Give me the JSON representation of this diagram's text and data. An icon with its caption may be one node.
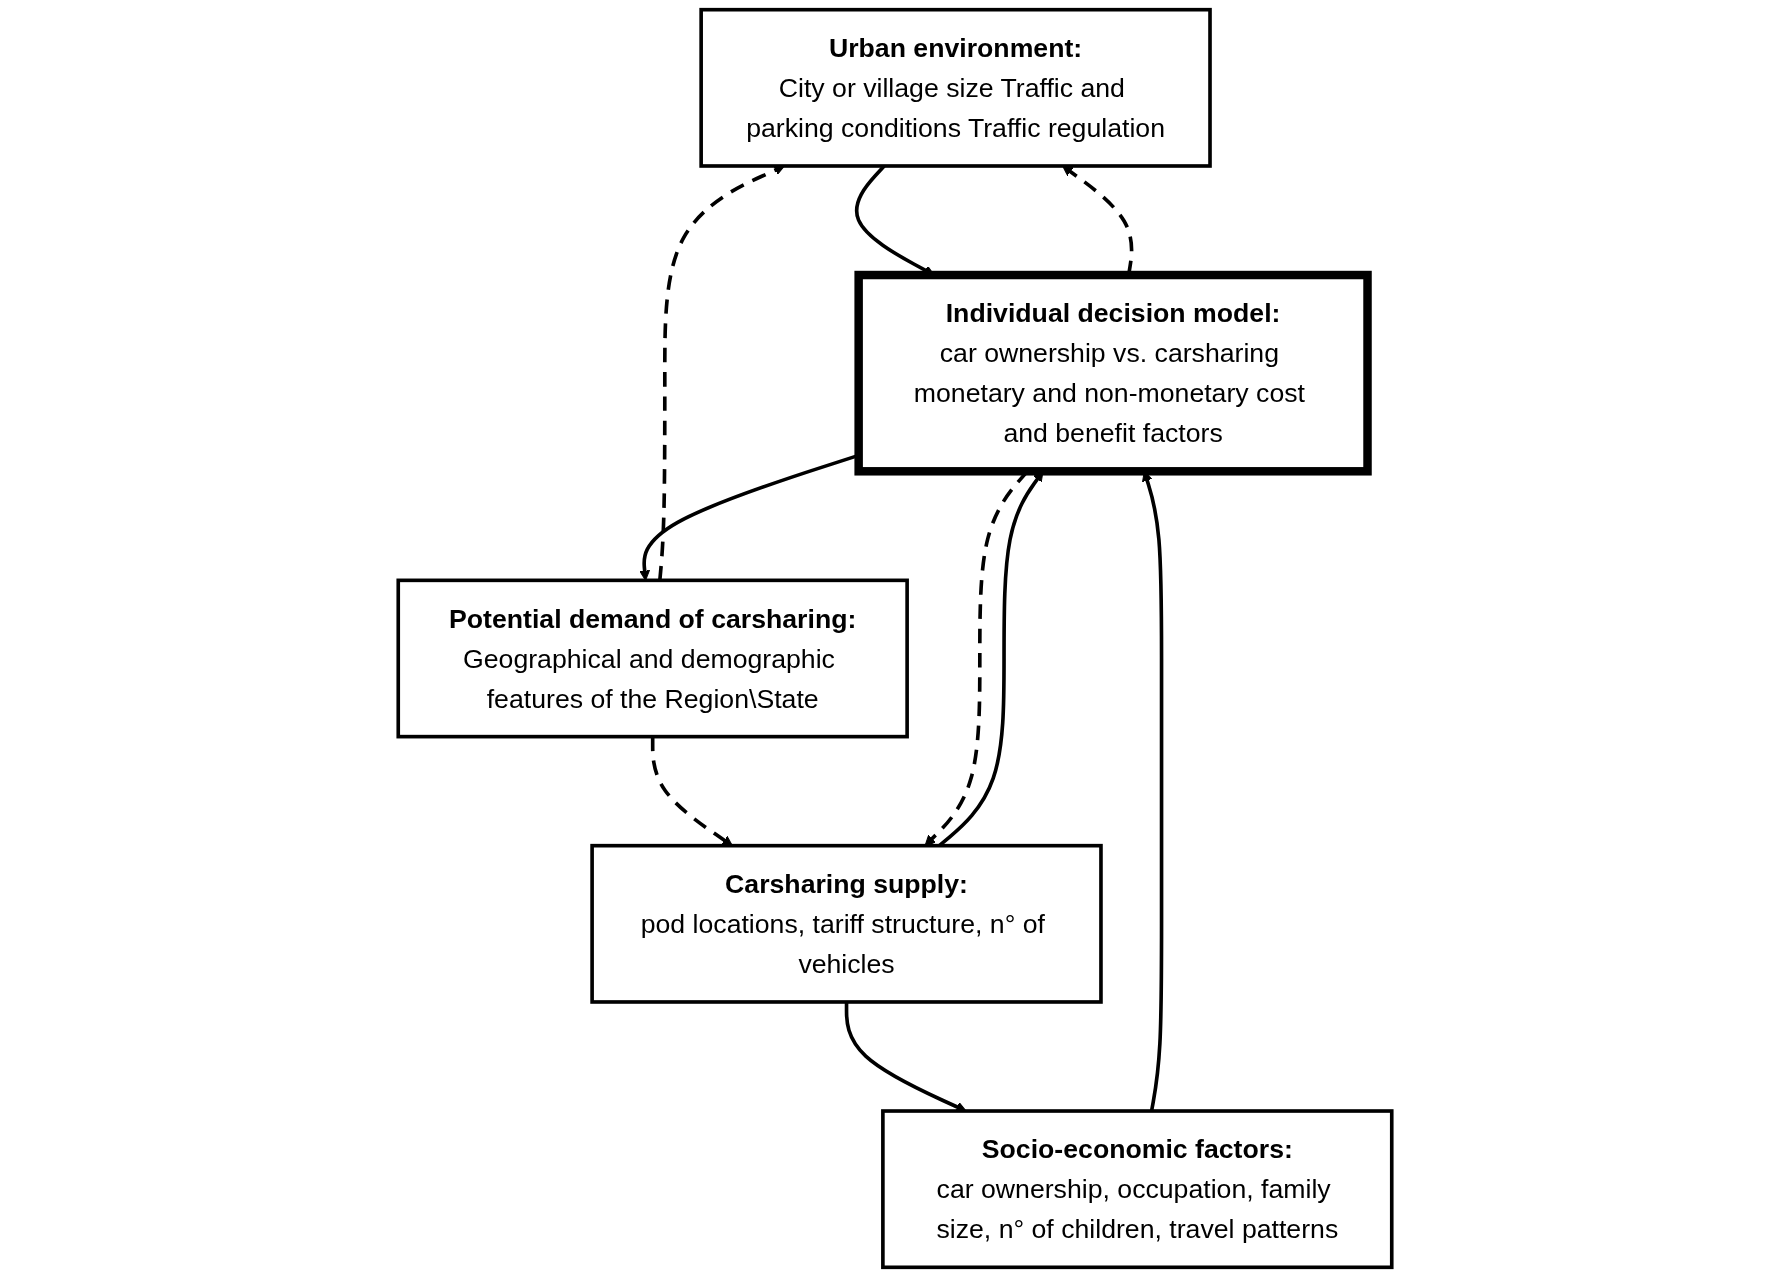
{
  "diagram": {
    "nodes": [
      {
        "text": [
          "Urban environment:",
          "City or village size Traffic and parking conditions Traffic regulation"
        ]
      },
      {
        "text": [
          "Socio-economic factors:",
          "car ownership, occupation, family size, n° of children, travel patterns"
        ]
      },
      {
        "text": [
          "Carsharing supply:",
          "pod locations, tariff structure, n° of vehicles"
        ]
      },
      {
        "text": [
          "Individual decision model:",
          "car ownership vs. carsharing monetary and non-monetary cost and benefit factors"
        ]
      },
      {
        "text": [
          "Potential demand of carsharing:",
          "Geographical and demographic features of the Region\\State"
        ]
      }
    ],
    "edges": [
      {
        "from": 0,
        "to": 3,
        "arrow": "to"
      },
      {
        "from": 1,
        "to": 3,
        "arrow": "to"
      },
      {
        "from": 2,
        "to": 3,
        "arrow": "to"
      },
      {
        "from": 2,
        "to": 1,
        "arrow": "to"
      },
      {
        "from": 3,
        "to": 4,
        "arrow": "to"
      },
      {
        "from": 4,
        "to": 0,
        "arrow": "to",
        "style": "dashed"
      },
      {
        "from": 3,
        "to": 0,
        "arrow": "to",
        "style": "dashed"
      },
      {
        "from": 4,
        "to": 2,
        "arrow": "to",
        "style": "dashed"
      },
      {
        "from": 3,
        "to": 2,
        "arrow": "to",
        "style": "dashed"
      }
    ]
  }
}
